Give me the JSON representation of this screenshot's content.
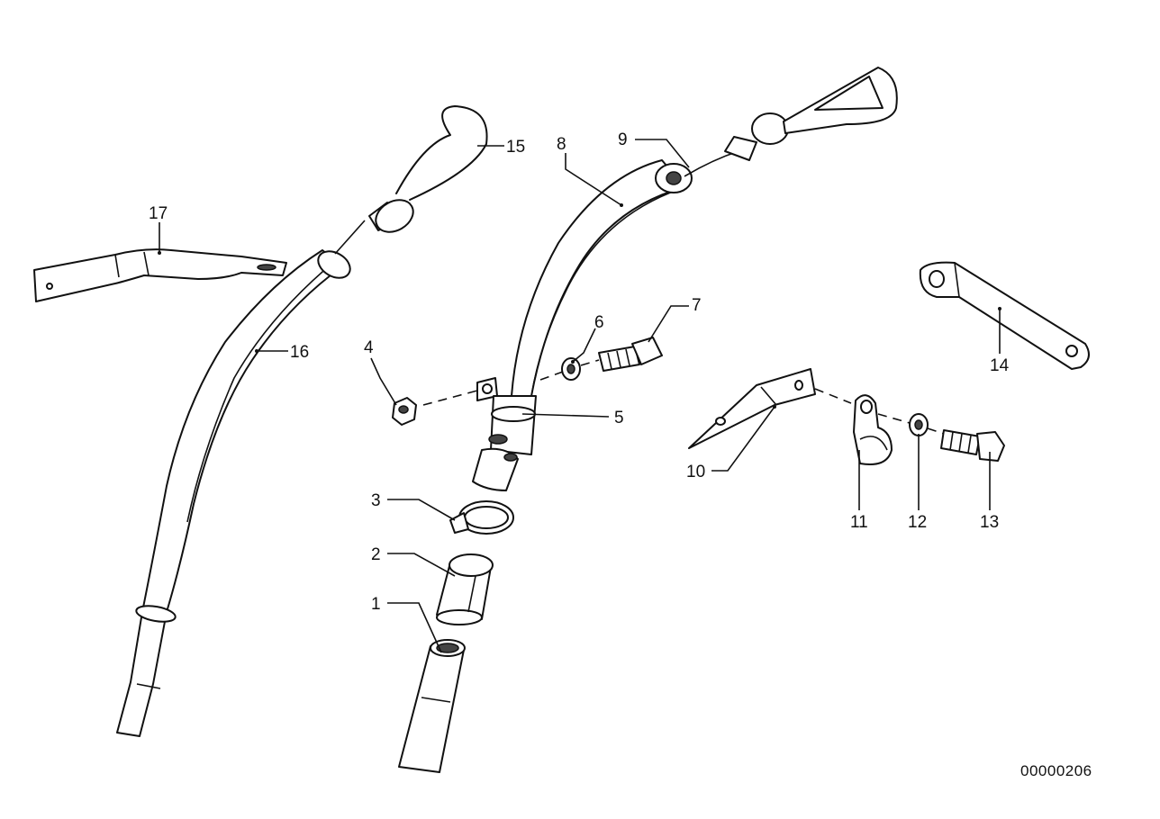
{
  "callouts": [
    {
      "id": "1",
      "label": "1"
    },
    {
      "id": "2",
      "label": "2"
    },
    {
      "id": "3",
      "label": "3"
    },
    {
      "id": "4",
      "label": "4"
    },
    {
      "id": "5",
      "label": "5"
    },
    {
      "id": "6",
      "label": "6"
    },
    {
      "id": "7",
      "label": "7"
    },
    {
      "id": "8",
      "label": "8"
    },
    {
      "id": "9",
      "label": "9"
    },
    {
      "id": "10",
      "label": "10"
    },
    {
      "id": "11",
      "label": "11"
    },
    {
      "id": "12",
      "label": "12"
    },
    {
      "id": "13",
      "label": "13"
    },
    {
      "id": "14",
      "label": "14"
    },
    {
      "id": "15",
      "label": "15"
    },
    {
      "id": "16",
      "label": "16"
    },
    {
      "id": "17",
      "label": "17"
    }
  ],
  "reference_number": "00000206"
}
